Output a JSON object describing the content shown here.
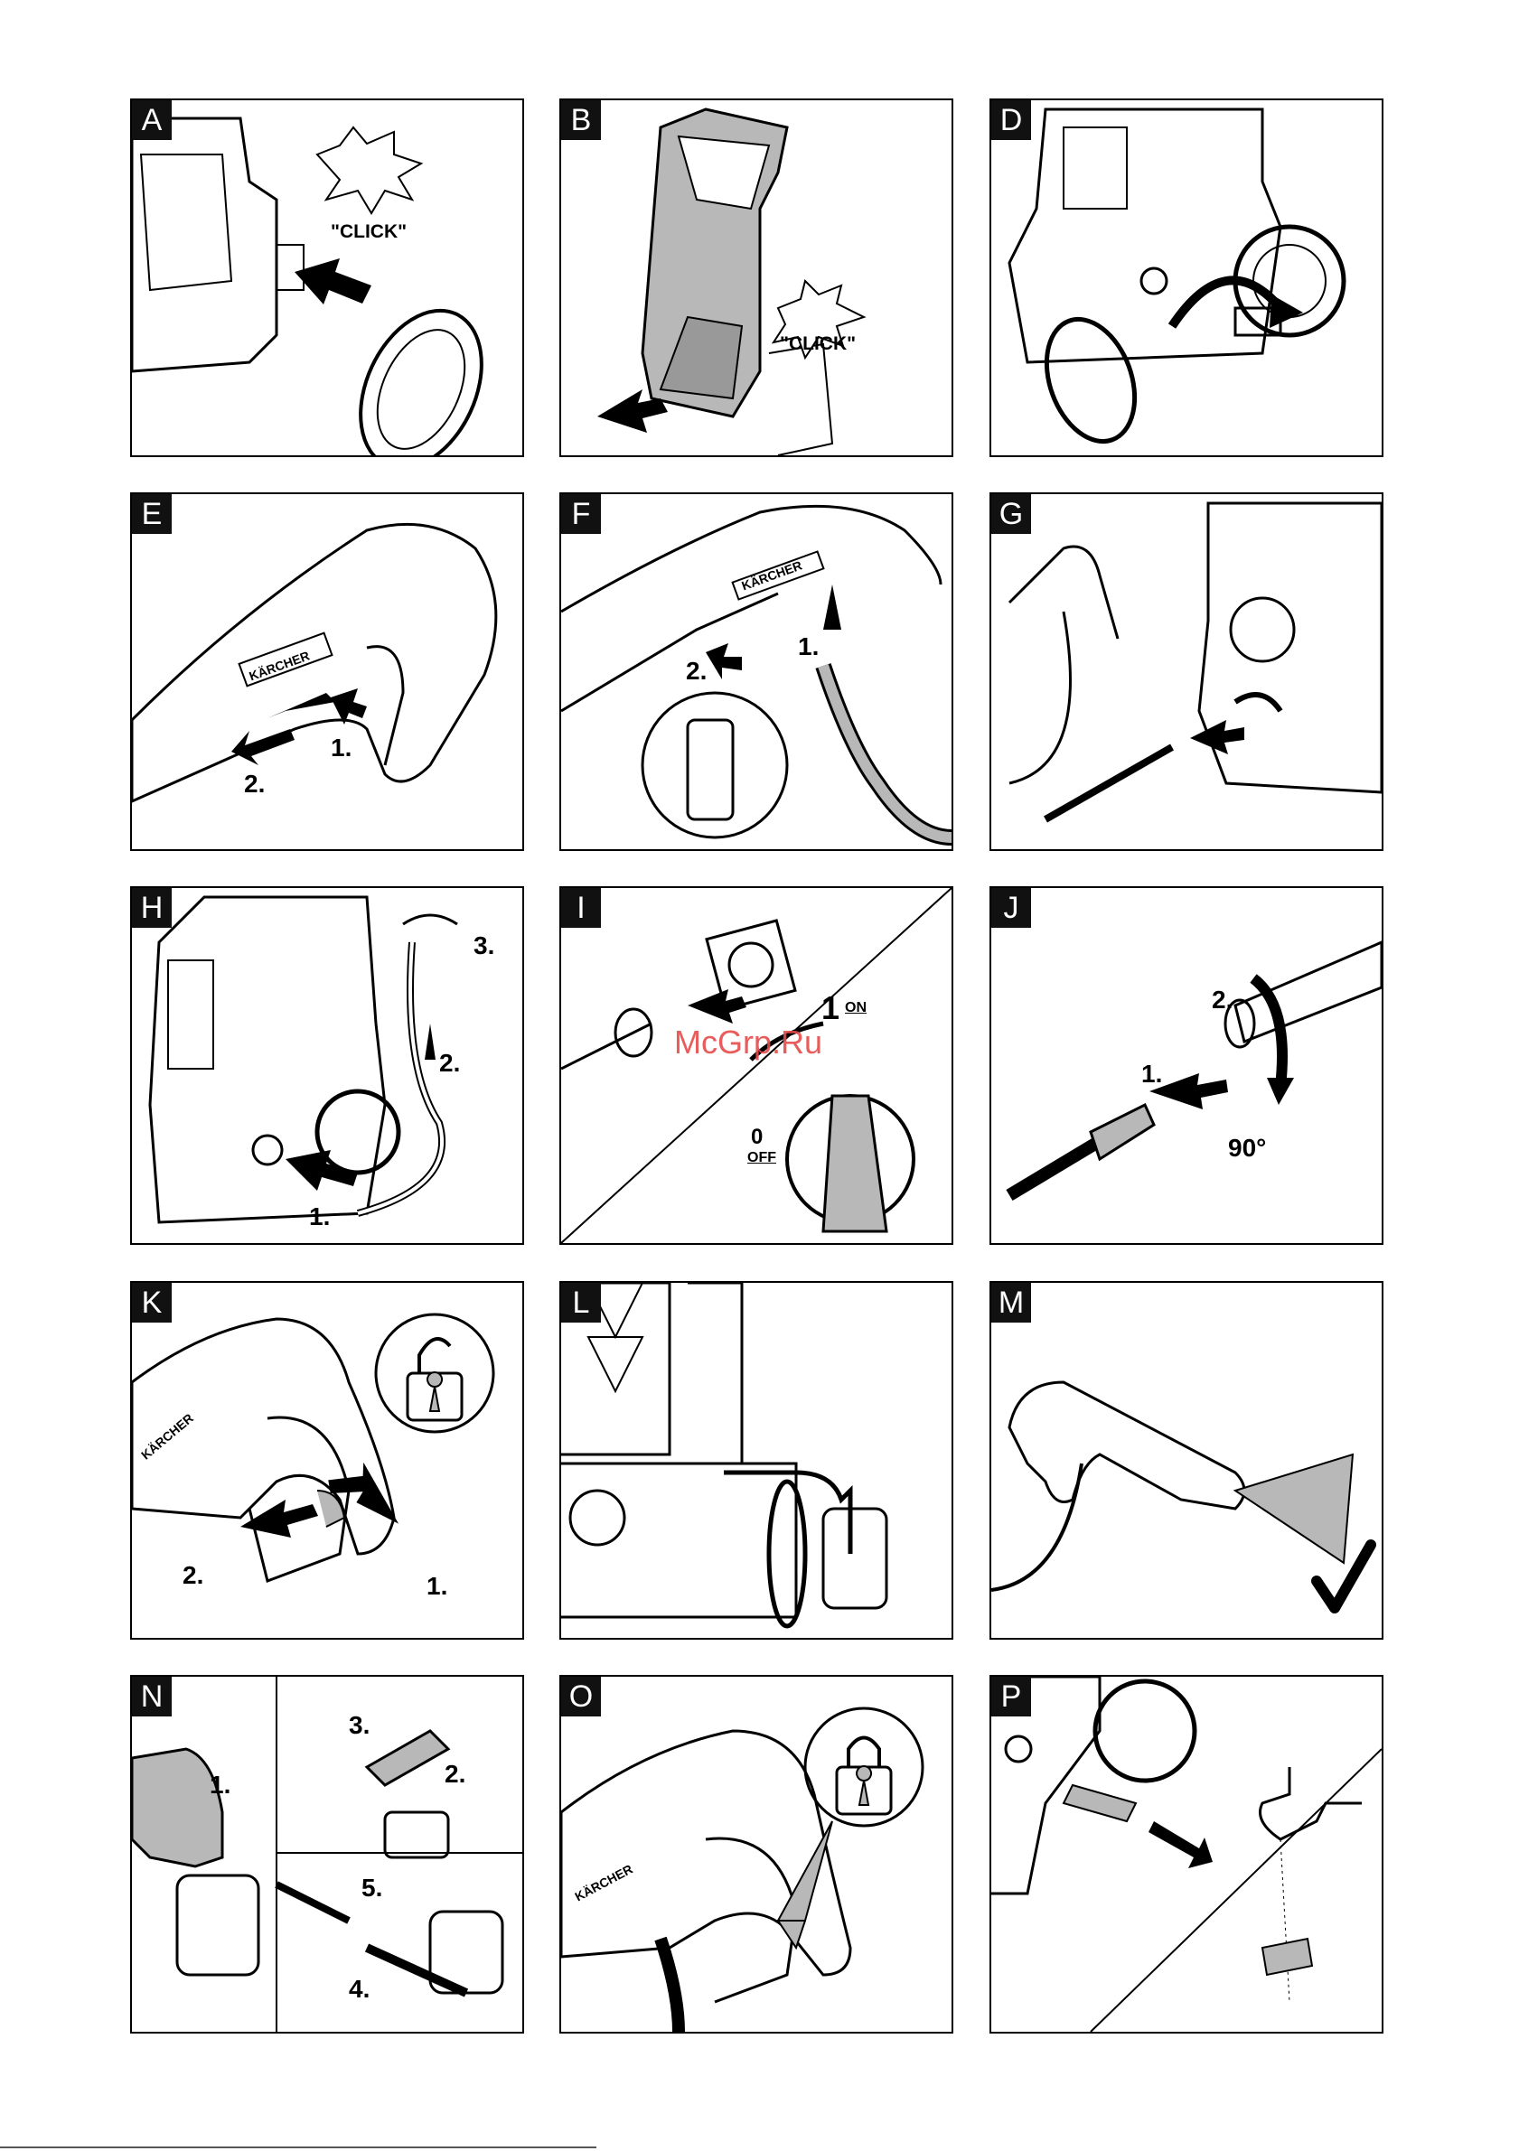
{
  "panels": {
    "A": {
      "letter": "A",
      "click": "\"CLICK\""
    },
    "B": {
      "letter": "B",
      "click": "\"CLICK\""
    },
    "D": {
      "letter": "D"
    },
    "E": {
      "letter": "E",
      "step1": "1.",
      "step2": "2.",
      "brand": "KÄRCHER"
    },
    "F": {
      "letter": "F",
      "step1": "1.",
      "step2": "2.",
      "brand": "KÄRCHER"
    },
    "G": {
      "letter": "G"
    },
    "H": {
      "letter": "H",
      "step1": "1.",
      "step2": "2.",
      "step3": "3."
    },
    "I": {
      "letter": "I",
      "on_num": "1",
      "on_text": "ON",
      "off_num": "0",
      "off_text": "OFF"
    },
    "J": {
      "letter": "J",
      "step1": "1.",
      "step2": "2.",
      "angle": "90°"
    },
    "K": {
      "letter": "K",
      "step1": "1.",
      "step2": "2.",
      "brand": "KÄRCHER"
    },
    "L": {
      "letter": "L"
    },
    "M": {
      "letter": "M"
    },
    "N": {
      "letter": "N",
      "step1": "1.",
      "step2": "2.",
      "step3": "3.",
      "step4": "4.",
      "step5": "5."
    },
    "O": {
      "letter": "O",
      "brand": "KÄRCHER"
    },
    "P": {
      "letter": "P"
    }
  },
  "watermark": "McGrp.Ru",
  "colors": {
    "fill_grey": "#b8b8b8",
    "line": "#000000",
    "watermark": "#e64b4b"
  }
}
